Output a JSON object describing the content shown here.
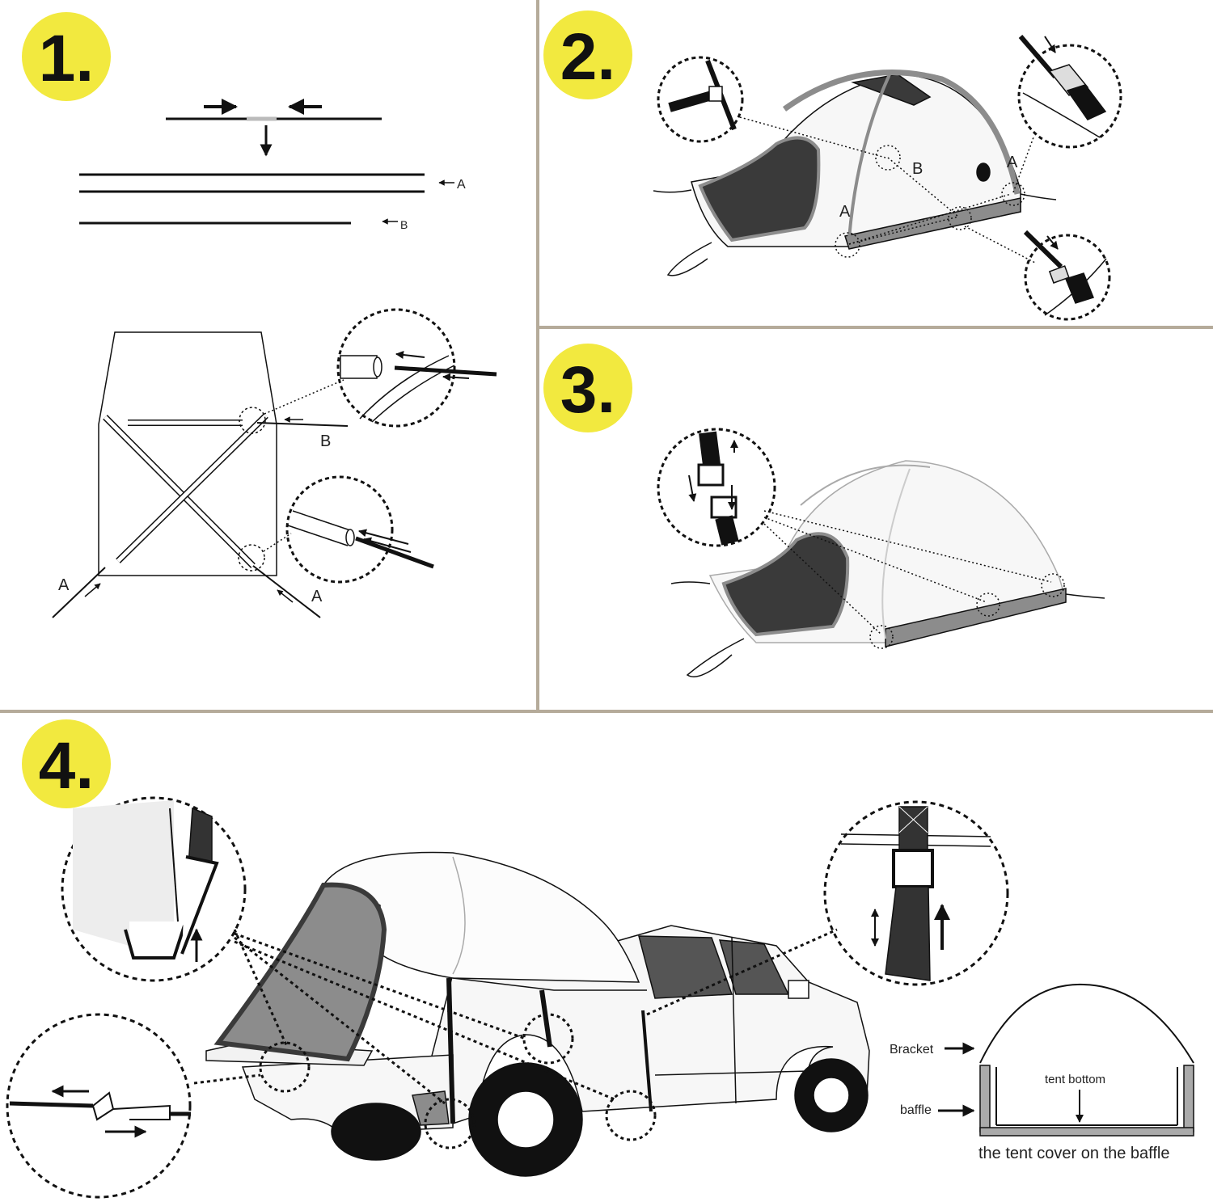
{
  "colors": {
    "badge": "#f2e93f",
    "divider": "#b5ab9a",
    "line": "#111111",
    "tent_dark": "#3a3a3a",
    "tent_gray": "#8c8c8c",
    "tent_light": "#f2f2f2"
  },
  "panels": [
    {
      "step": "1.",
      "labels": {
        "pole_a": "A",
        "pole_b": "B",
        "frame_b": "B",
        "frame_a_left": "A",
        "frame_a_right": "A"
      }
    },
    {
      "step": "2.",
      "labels": {
        "b": "B",
        "a_right": "A",
        "a_left": "A"
      }
    },
    {
      "step": "3."
    },
    {
      "step": "4.",
      "labels": {
        "bracket": "Bracket",
        "tent_bottom": "tent bottom",
        "baffle": "baffle",
        "caption": "the tent cover on the baffle"
      }
    }
  ]
}
